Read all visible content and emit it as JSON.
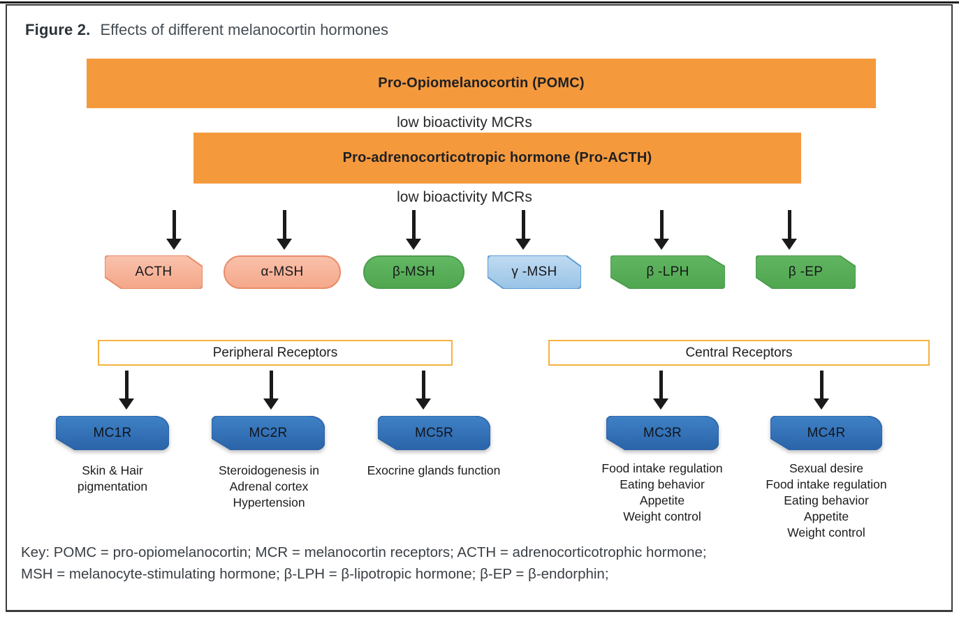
{
  "figure": {
    "label": "Figure 2.",
    "title": "Effects of different melanocortin hormones"
  },
  "precursors": {
    "pomc": "Pro-Opiomelanocortin (POMC)",
    "pro_acth": "Pro-adrenocorticotropic hormone (Pro-ACTH)"
  },
  "notes": {
    "pomc_to_proacth": "low bioactivity MCRs",
    "proacth_to_hormones": "low bioactivity MCRs"
  },
  "hormones": [
    {
      "label": "ACTH"
    },
    {
      "label": "α-MSH"
    },
    {
      "label": "β-MSH"
    },
    {
      "label": "γ -MSH"
    },
    {
      "label": "β -LPH"
    },
    {
      "label": "β -EP"
    }
  ],
  "receptor_groups": [
    {
      "label": "Peripheral Receptors"
    },
    {
      "label": "Central Receptors"
    }
  ],
  "receptors": [
    {
      "name": "MC1R",
      "functions": "Skin & Hair\npigmentation"
    },
    {
      "name": "MC2R",
      "functions": "Steroidogenesis in\nAdrenal cortex\nHypertension"
    },
    {
      "name": "MC5R",
      "functions": "Exocrine glands function"
    },
    {
      "name": "MC3R",
      "functions": "Food intake regulation\nEating behavior\nAppetite\nWeight control"
    },
    {
      "name": "MC4R",
      "functions": "Sexual desire\nFood intake regulation\nEating behavior\nAppetite\nWeight control"
    }
  ],
  "key": {
    "line1": "Key: POMC = pro-opiomelanocortin; MCR = melanocortin receptors; ACTH = adrenocorticotrophic hormone;",
    "line2": "MSH = melanocyte-stimulating hormone; β-LPH = β-lipotropic hormone; β-EP = β-endorphin;"
  },
  "colors": {
    "orange": "#f5993d",
    "salmon_fill": "#f7b49b",
    "salmon_border": "#e98c69",
    "green_fill": "#57ae57",
    "green_border": "#4c9e4c",
    "light_blue_fill": "#a7cdec",
    "light_blue_border": "#5d9bd3",
    "receptor_blue": "#2e6fb7",
    "group_header_border": "#f5b13f",
    "arrow": "#1a1a1a"
  }
}
